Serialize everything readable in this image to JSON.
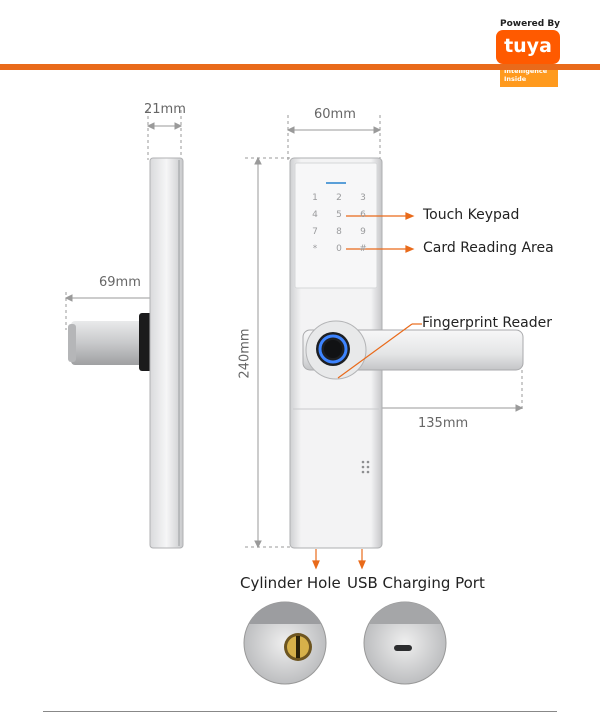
{
  "brand": {
    "powered_by": "Powered By",
    "logo_text": "tuya",
    "tag_line1": "Intelligence",
    "tag_line2": "Inside",
    "accent_color": "#e96a1a"
  },
  "dimensions": {
    "thickness": "21mm",
    "width": "60mm",
    "height": "240mm",
    "handle_depth": "69mm",
    "handle_length": "135mm"
  },
  "callouts": {
    "touch_keypad": "Touch Keypad",
    "card_area": "Card Reading Area",
    "fingerprint": "Fingerprint Reader"
  },
  "keypad": [
    "1",
    "2",
    "3",
    "4",
    "5",
    "6",
    "7",
    "8",
    "9",
    "*",
    "0",
    "#"
  ],
  "bottom": {
    "cylinder_hole": "Cylinder Hole",
    "usb_port": "USB Charging Port"
  }
}
